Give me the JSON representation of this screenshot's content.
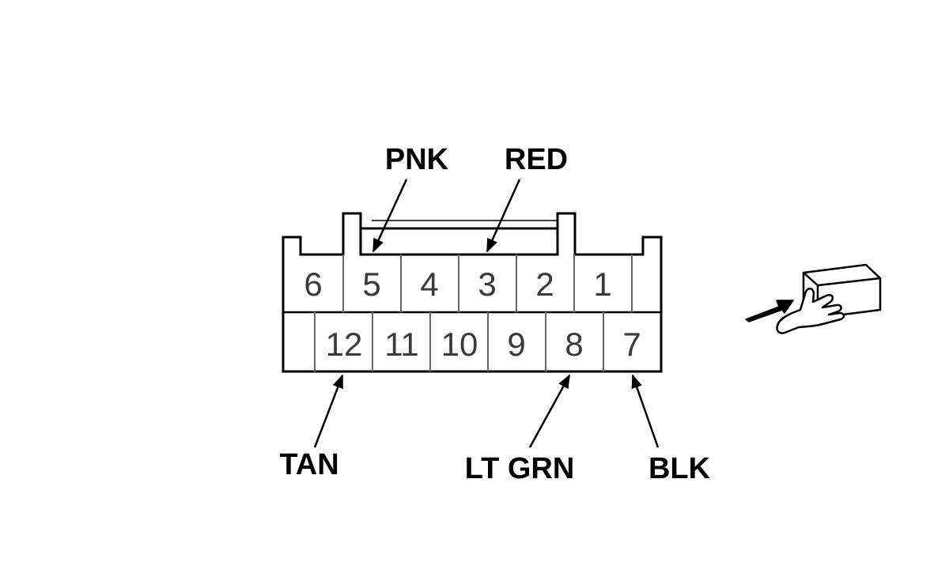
{
  "connector": {
    "top_row_pins": [
      "6",
      "5",
      "4",
      "3",
      "2",
      "1"
    ],
    "bottom_row_pins": [
      "12",
      "11",
      "10",
      "9",
      "8",
      "7"
    ]
  },
  "wire_labels": {
    "pin5": "PNK",
    "pin3": "RED",
    "pin12": "TAN",
    "pin8": "LT GRN",
    "pin7": "BLK"
  },
  "view_icon": "hand-pushing-connector-icon",
  "colors": {
    "line": "#000000",
    "text": "#000000",
    "pin_text": "#3a3a3a",
    "divider": "#555555"
  }
}
